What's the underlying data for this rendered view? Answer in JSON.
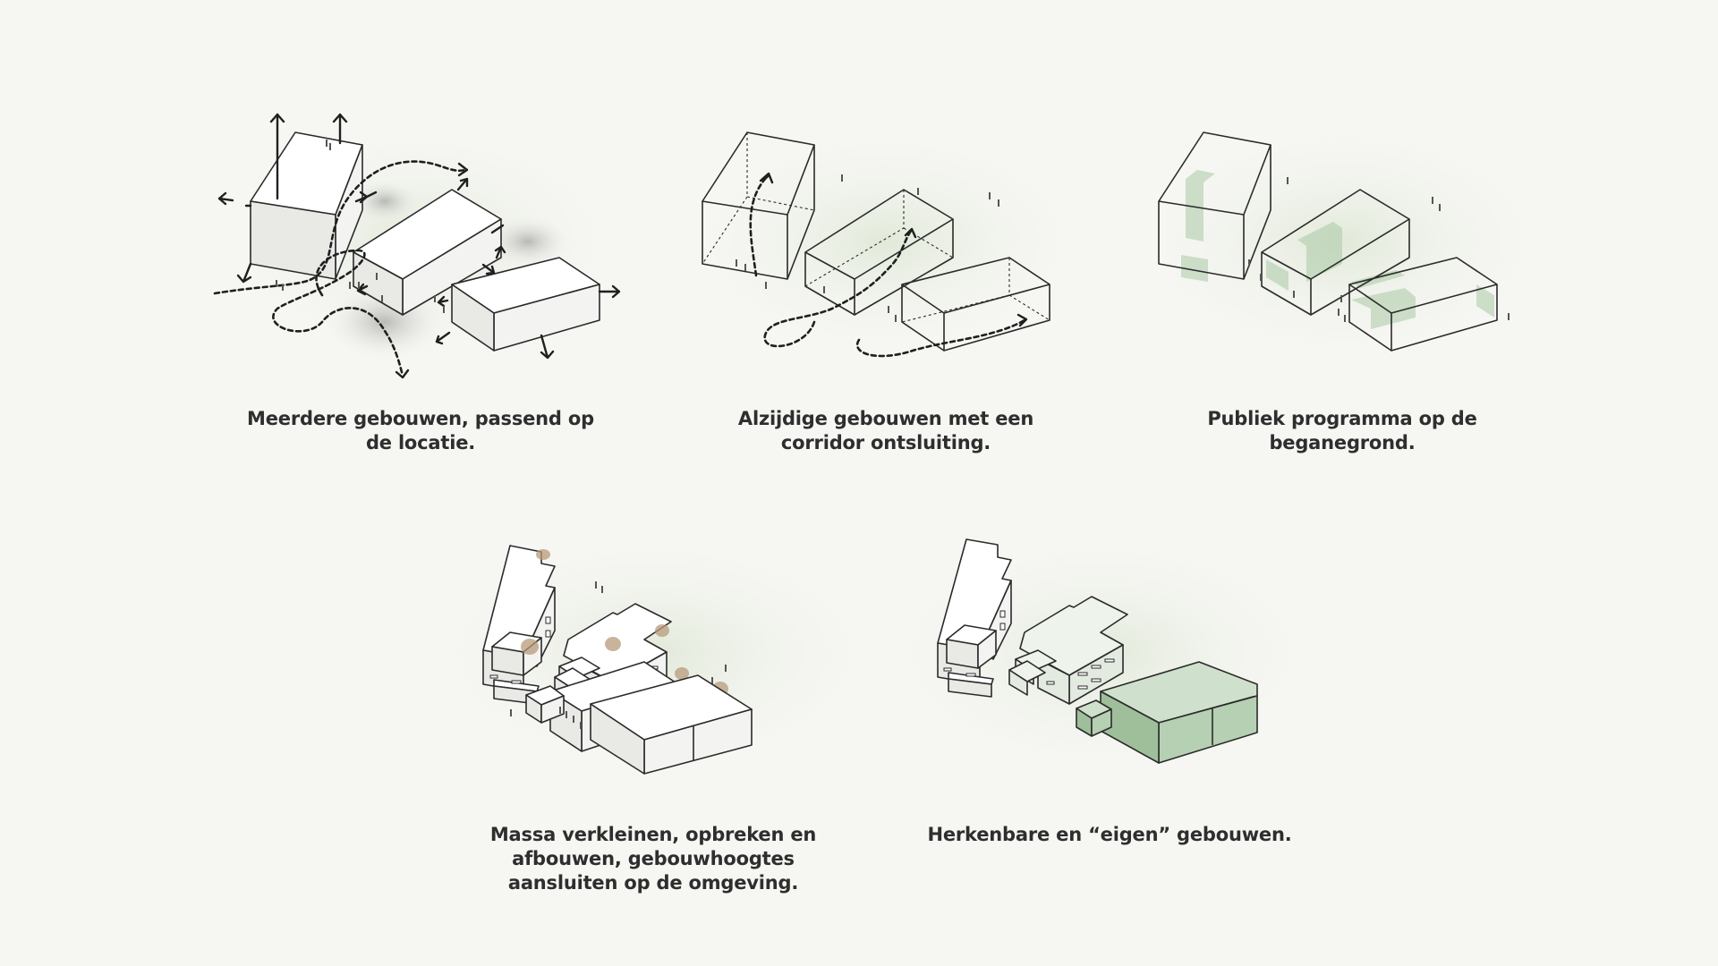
{
  "diagrams": [
    {
      "id": "d1",
      "caption_lines": [
        "Meerdere gebouwen, passend op",
        "de locatie."
      ]
    },
    {
      "id": "d2",
      "caption_lines": [
        "Alzijdige gebouwen met een",
        "corridor ontsluiting."
      ]
    },
    {
      "id": "d3",
      "caption_lines": [
        "Publiek programma op de",
        "beganegrond."
      ]
    },
    {
      "id": "d4",
      "caption_lines": [
        "Massa verkleinen, opbreken en",
        "afbouwen, gebouwhoogtes",
        "aansluiten op de omgeving."
      ]
    },
    {
      "id": "d5",
      "caption_lines": [
        "Herkenbare en “eigen” gebouwen."
      ]
    }
  ],
  "colors": {
    "background": "#f6f6f3",
    "line": "#2b2b2b",
    "green_accent": "#a9c8a6",
    "caption_text": "#2e2e2e"
  }
}
